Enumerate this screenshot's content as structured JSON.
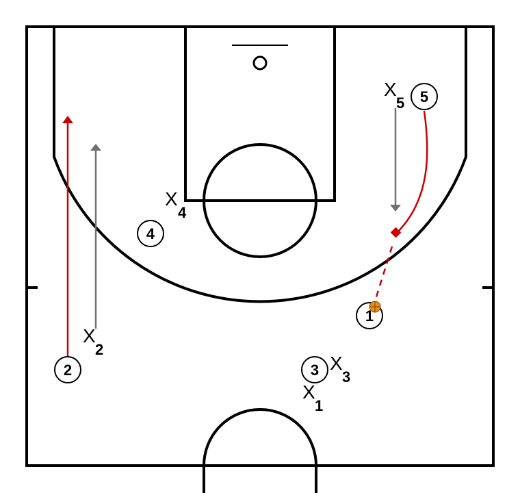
{
  "offense": [
    {
      "id": "o1",
      "label": "1"
    },
    {
      "id": "o2",
      "label": "2"
    },
    {
      "id": "o3",
      "label": "3"
    },
    {
      "id": "o4",
      "label": "4"
    },
    {
      "id": "o5",
      "label": "5"
    }
  ],
  "defense": [
    {
      "id": "x1",
      "mark": "X",
      "sub": "1"
    },
    {
      "id": "x2",
      "mark": "X",
      "sub": "2"
    },
    {
      "id": "x3",
      "mark": "X",
      "sub": "3"
    },
    {
      "id": "x4",
      "mark": "X",
      "sub": "4"
    },
    {
      "id": "x5",
      "mark": "X",
      "sub": "5"
    }
  ],
  "colors": {
    "court_lines": "#000000",
    "offense_move": "#cc0000",
    "defense_move": "#707070",
    "ball": "#e8901a",
    "pass": "#cc0000"
  },
  "icons": {
    "ball": "basketball-icon",
    "screen": "screen-marker-icon"
  }
}
